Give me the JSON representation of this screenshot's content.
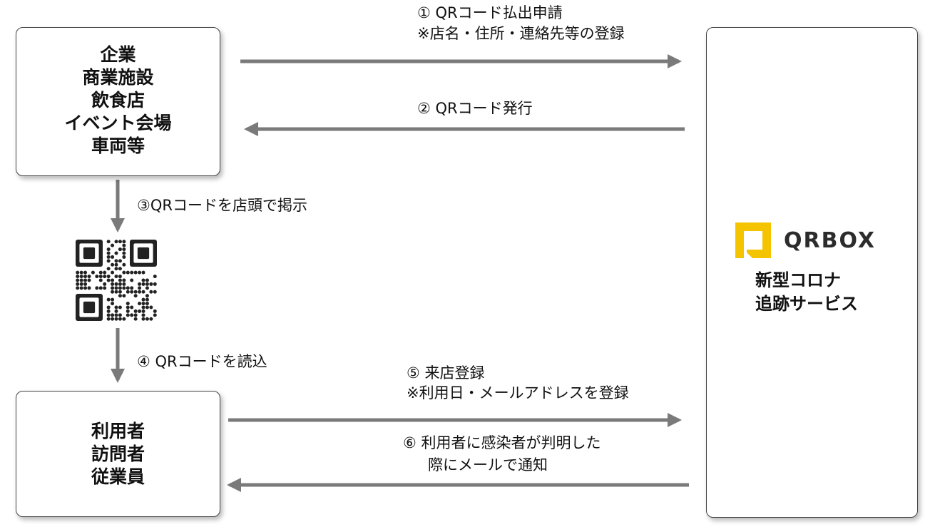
{
  "business_box": {
    "lines": [
      "企業",
      "商業施設",
      "飲食店",
      "イベント会場",
      "車両等"
    ]
  },
  "user_box": {
    "lines": [
      "利用者",
      "訪問者",
      "従業員"
    ]
  },
  "service_box": {
    "logo_text": "QRBOX",
    "lines": [
      "新型コロナ",
      "追跡サービス"
    ]
  },
  "steps": {
    "step1": {
      "line1": "① QRコード払出申請",
      "line2": "※店名・住所・連絡先等の登録"
    },
    "step2": {
      "line1": "② QRコード発行"
    },
    "step3": {
      "line1": "③QRコードを店頭で掲示"
    },
    "step4": {
      "line1": "④ QRコードを読込"
    },
    "step5": {
      "line1": "⑤ 来店登録",
      "line2": "※利用日・メールアドレスを登録"
    },
    "step6": {
      "line1": "⑥ 利用者に感染者が判明した",
      "line2": "際にメールで通知"
    }
  },
  "icons": {
    "logo": "qrbox-logo-icon",
    "qr": "qr-code-icon"
  },
  "colors": {
    "arrow": "#7a7a7a",
    "logo_accent": "#f5c400",
    "border": "#444444"
  }
}
